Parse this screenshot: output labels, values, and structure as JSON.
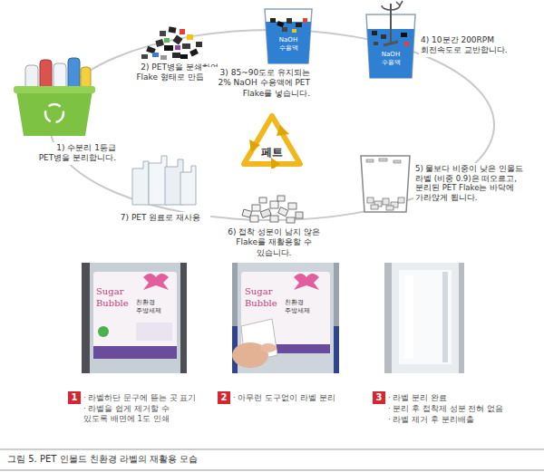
{
  "diagram": {
    "caption": "그림 5. PET 인몰드 친환경 라벨의 재활용 모습",
    "nodes": [
      {
        "text": [
          "페트"
        ]
      },
      {
        "text": [
          "1"
        ]
      },
      {
        "text": [
          "2"
        ]
      },
      {
        "text": [
          "3"
        ]
      }
    ],
    "labels": [
      "1) 수분리 1등급 PET병을 분리합니다.",
      "2) PET병을 분쇄하여 Flake 형태로 만듭니다.",
      "3) 85~90도로 유지되는 2% NaOH 수용액에 PET Flake를 넣습니다.",
      "NaOH 수용액",
      "4) 10분간 200RPM 회전속도로 교반합니다.",
      "NaOH 수용액",
      "5) 물보다 비중이 낮은 인몰드 라벨 (비중 0.9)은 떠오르고, 분리된 PET Flake는 바닥에 가라앉게 됩니다.",
      "6) 접착 성분이 남지 않은 Flake를 재활용할 수 있습니다.",
      "7) PET 원료로 재사용",
      "Sugar Bubble",
      "친환경 주방세제",
      "Sugar Bubble",
      "친환경 주방세제",
      "· 라벨하단 문구에 뜯는 곳 표기",
      "· 라벨을 쉽게 제거할 수 있도록 배면에 1도 인쇄",
      "· 아무런 도구없이 라벨 분리",
      "· 라벨 분리 완료",
      "· 분리 후 접착제 성분 전혀 없음",
      "· 라벨 제거 후 분리배출"
    ]
  }
}
